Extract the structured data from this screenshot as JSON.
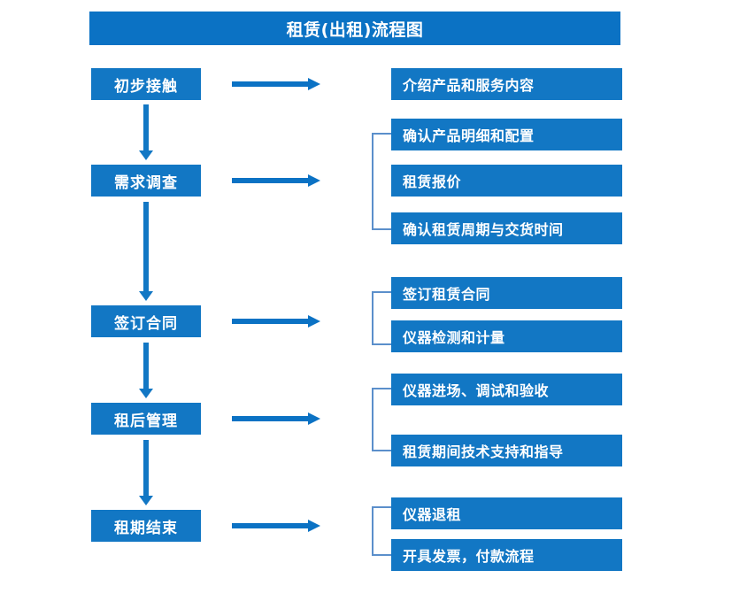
{
  "title": "租赁(出租)流程图",
  "colors": {
    "title_bar": "#0b72c4",
    "box_fill": "#1277c4",
    "box_text": "#ffffff",
    "arrow": "#0b72c4",
    "bracket": "#5b8fcb",
    "background": "#ffffff"
  },
  "stages": [
    {
      "label": "初步接触"
    },
    {
      "label": "需求调查"
    },
    {
      "label": "签订合同"
    },
    {
      "label": "租后管理"
    },
    {
      "label": "租期结束"
    }
  ],
  "details": [
    {
      "label": "介绍产品和服务内容"
    },
    {
      "label": "确认产品明细和配置"
    },
    {
      "label": "租赁报价"
    },
    {
      "label": "确认租赁周期与交货时间"
    },
    {
      "label": "签订租赁合同"
    },
    {
      "label": "仪器检测和计量"
    },
    {
      "label": "仪器进场、调试和验收"
    },
    {
      "label": "租赁期间技术支持和指导"
    },
    {
      "label": "仪器退租"
    },
    {
      "label": "开具发票，付款流程"
    }
  ],
  "icons": {
    "flow_arrow_right": "right-arrow-icon",
    "flow_arrow_down": "down-arrow-icon",
    "group_bracket": "group-bracket-icon"
  }
}
